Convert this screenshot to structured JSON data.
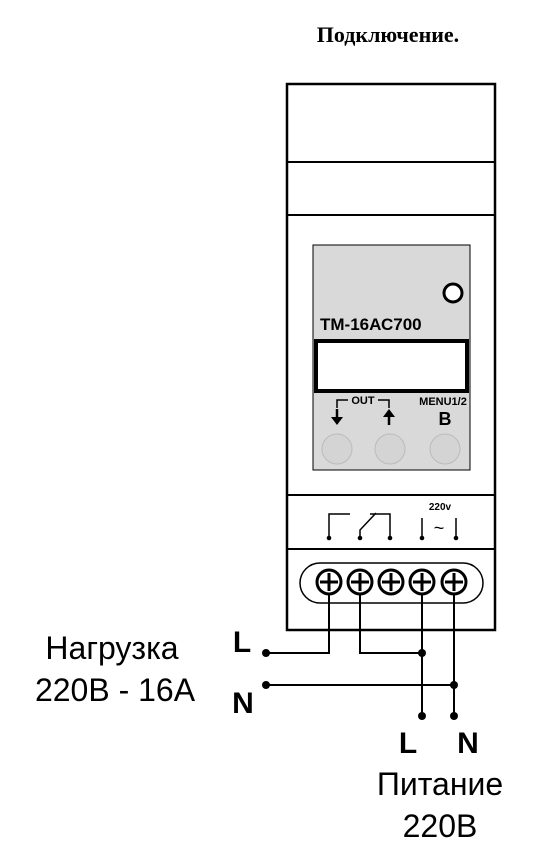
{
  "title": "Подключение.",
  "device": {
    "model": "ТМ-16АС700",
    "out_label": "OUT",
    "menu_label": "MENU1/2",
    "b_label": "B",
    "voltage_label": "220v",
    "tilde": "~"
  },
  "load": {
    "line1": "Нагрузка",
    "line2": "220В - 16А",
    "l_label": "L",
    "n_label": "N"
  },
  "supply": {
    "l_label": "L",
    "n_label": "N",
    "line1": "Питание",
    "line2": "220В"
  },
  "colors": {
    "stroke": "#000000",
    "panel": "#d9d9d9",
    "button": "#d4d4d4",
    "background": "#ffffff"
  }
}
